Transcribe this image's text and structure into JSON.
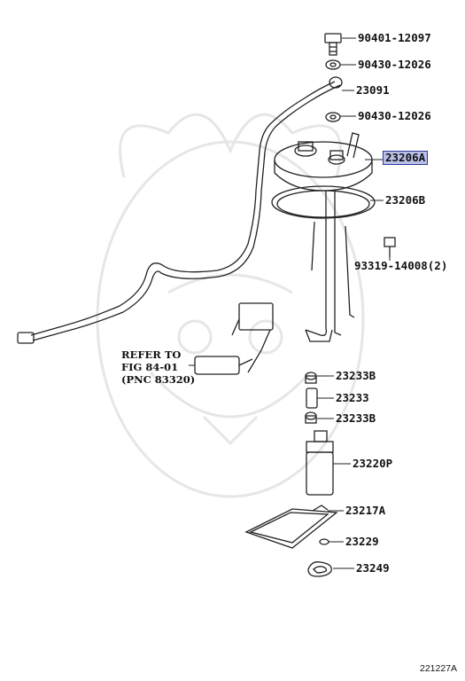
{
  "labels": {
    "bolt": "90401-12097",
    "gasket_top": "90430-12026",
    "tube": "23091",
    "gasket_mid": "90430-12026",
    "fuel_pump_assy": "23206A",
    "fuel_pump_bracket": "23206B",
    "plug": "93319-14008(2)",
    "hose_clamp_top": "23233B",
    "hose": "23233",
    "hose_clamp_bottom": "23233B",
    "fuel_pump": "23220P",
    "filter": "23217A",
    "clip": "23229",
    "cushion": "23249"
  },
  "reference_note": {
    "line1": "REFER TO",
    "line2": "FIG 84-01",
    "line3": "(PNC 83320)"
  },
  "figure_id": "221227A",
  "colors": {
    "highlight_fill": "#b9c0e8",
    "highlight_border": "#2b3a9a",
    "line": "#222222",
    "watermark": "#e6e6e6"
  }
}
